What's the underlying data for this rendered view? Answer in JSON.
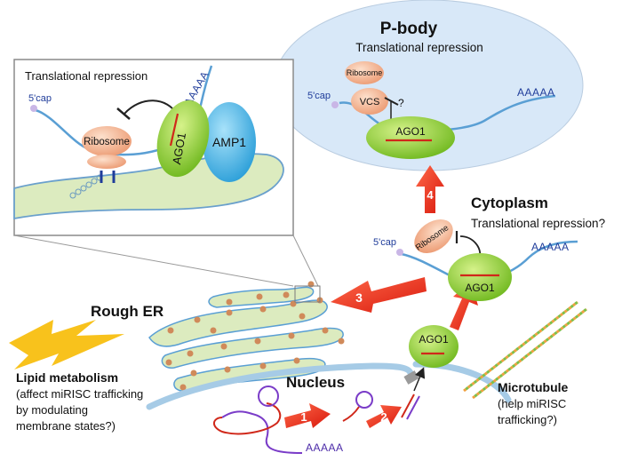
{
  "inset": {
    "title": "Translational repression",
    "cap": "5'cap",
    "polya": "AAAAA",
    "ribosome": "Ribosome",
    "ago1": "AGO1",
    "amp1": "AMP1"
  },
  "pbody": {
    "title": "P-body",
    "subtitle": "Translational repression",
    "ribosome": "Ribosome",
    "vcs": "VCS",
    "question": "?",
    "cap": "5'cap",
    "polya": "AAAAA",
    "ago1": "AGO1"
  },
  "cytoplasm": {
    "title": "Cytoplasm",
    "subtitle": "Translational repression?",
    "ribosome": "Ribosome",
    "cap": "5'cap",
    "polya": "AAAAA",
    "ago1": "AGO1"
  },
  "rough_er": {
    "label": "Rough ER"
  },
  "nucleus": {
    "label": "Nucleus",
    "ago1": "AGO1",
    "polya": "AAAAA"
  },
  "lipid": {
    "title": "Lipid metabolism",
    "desc1": "(affect miRISC trafficking",
    "desc2": "by modulating",
    "desc3": "membrane states?)"
  },
  "microtubule": {
    "title": "Microtubule",
    "desc1": "(help miRISC",
    "desc2": "trafficking?)"
  },
  "steps": {
    "s1": "1",
    "s2": "2",
    "s3": "3",
    "s4": "4"
  },
  "colors": {
    "ribosome": "#f4b08a",
    "ago1": "#9bd43a",
    "amp1": "#4db8e8",
    "er": "#dcebbf",
    "pbody": "#d8e8f8",
    "arrow": "#e8261c",
    "lightning": "#f8c21c"
  }
}
